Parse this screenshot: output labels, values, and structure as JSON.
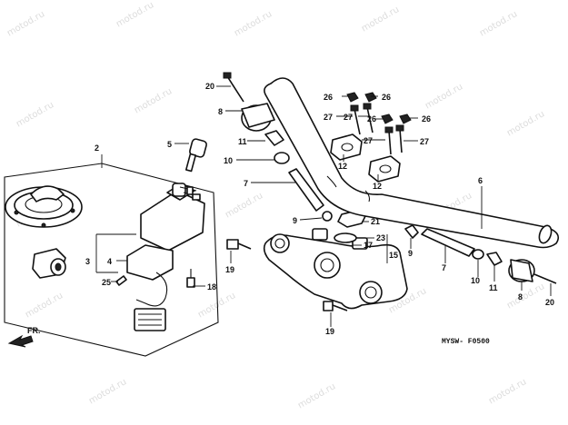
{
  "watermark": "motod.ru",
  "diagram_code": "MYSW- F0500",
  "direction_label": "FR.",
  "callouts": {
    "c2": "2",
    "c3": "3",
    "c4": "4",
    "c5": "5",
    "c6": "6",
    "c7a": "7",
    "c7b": "7",
    "c8a": "8",
    "c8b": "8",
    "c9a": "9",
    "c9b": "9",
    "c10a": "10",
    "c10b": "10",
    "c11a": "11",
    "c11b": "11",
    "c12a": "12",
    "c12b": "12",
    "c15": "15",
    "c17": "17",
    "c18": "18",
    "c19a": "19",
    "c19b": "19",
    "c20a": "20",
    "c20b": "20",
    "c21": "21",
    "c23": "23",
    "c25": "25",
    "c26a": "26",
    "c26b": "26",
    "c26c": "26",
    "c26d": "26",
    "c27a": "27",
    "c27b": "27",
    "c27c": "27",
    "c27d": "27"
  }
}
